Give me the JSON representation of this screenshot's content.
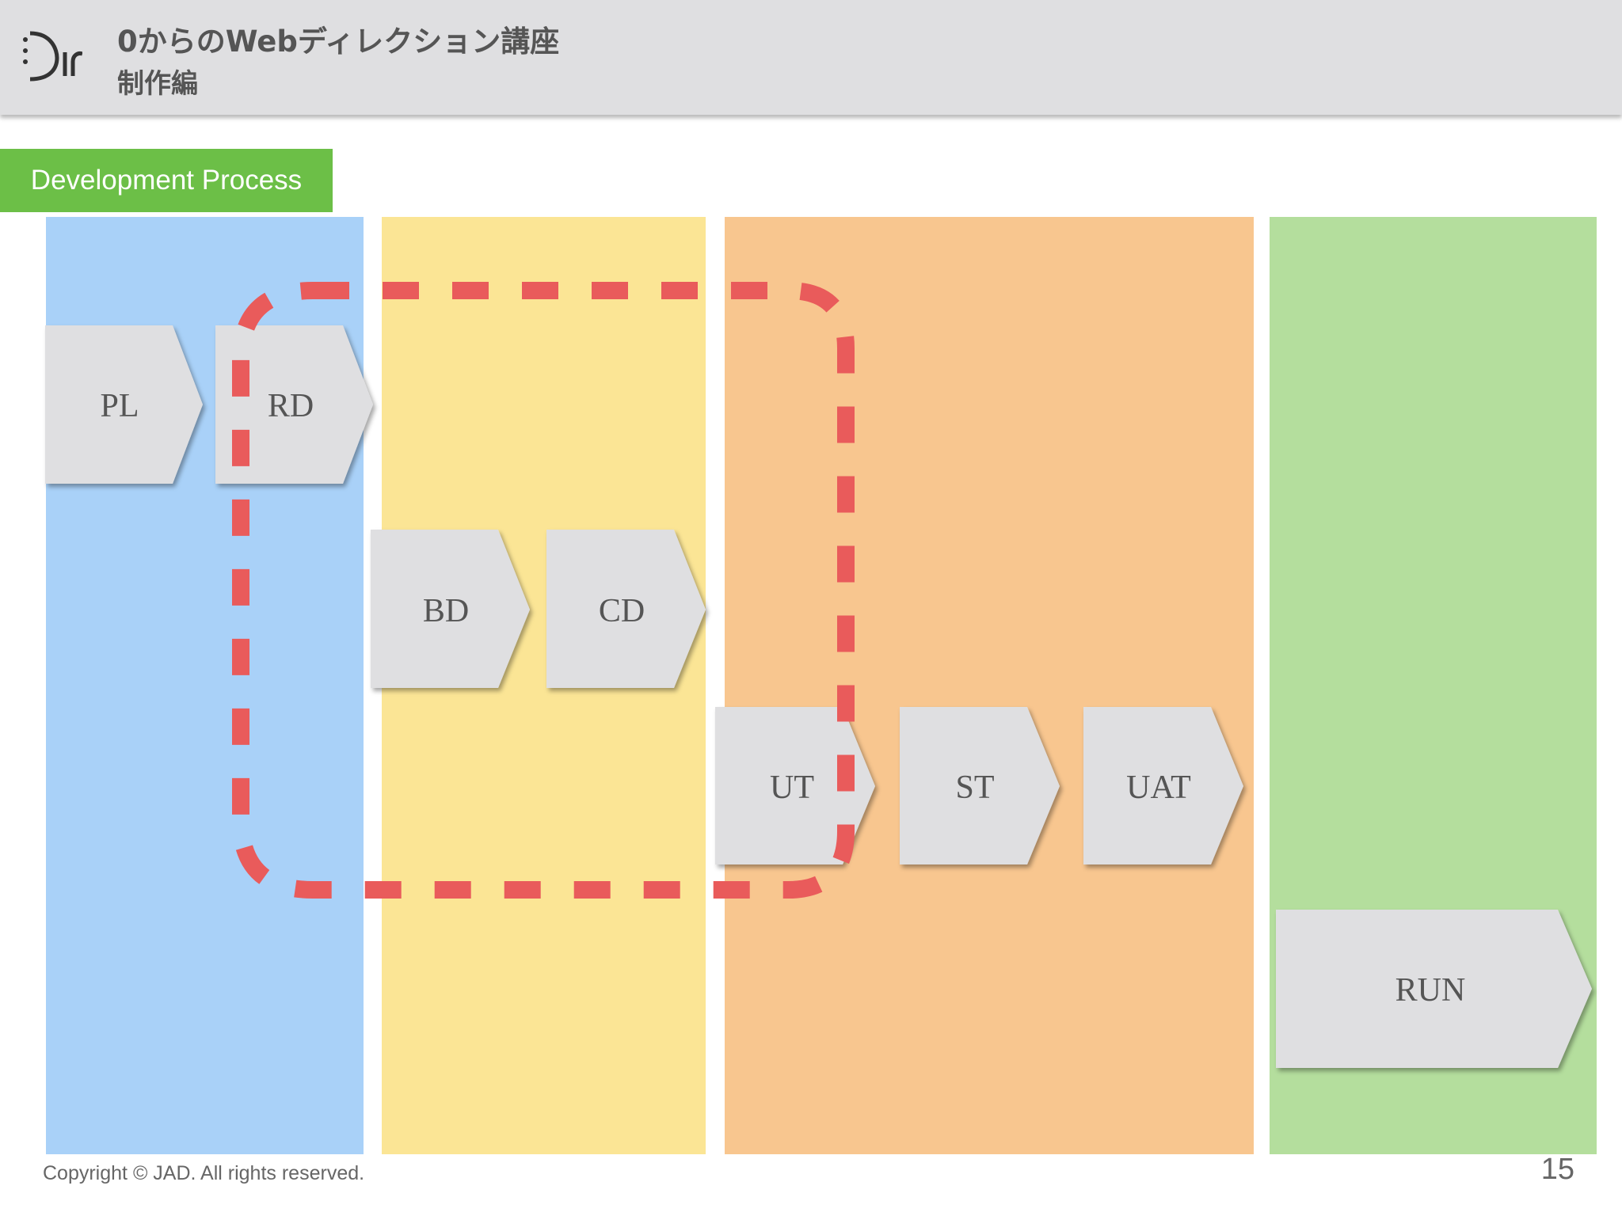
{
  "header": {
    "logo_text": "Dir",
    "course_title": "0からのWebディレクション講座",
    "course_subtitle": "制作編"
  },
  "section_label": "Development Process",
  "diagram": {
    "phases": [
      {
        "id": "planning",
        "color": "#a9d1f8"
      },
      {
        "id": "design",
        "color": "#fbe595"
      },
      {
        "id": "testing",
        "color": "#f8c68f"
      },
      {
        "id": "operation",
        "color": "#b4de9d"
      }
    ],
    "steps": [
      "PL",
      "RD",
      "BD",
      "CD",
      "UT",
      "ST",
      "UAT",
      "RUN"
    ],
    "step_color": "#dfdfe1",
    "highlight_color": "#e95b5b"
  },
  "footer": {
    "copyright": "Copyright © JAD. All rights reserved.",
    "page_number": "15"
  }
}
